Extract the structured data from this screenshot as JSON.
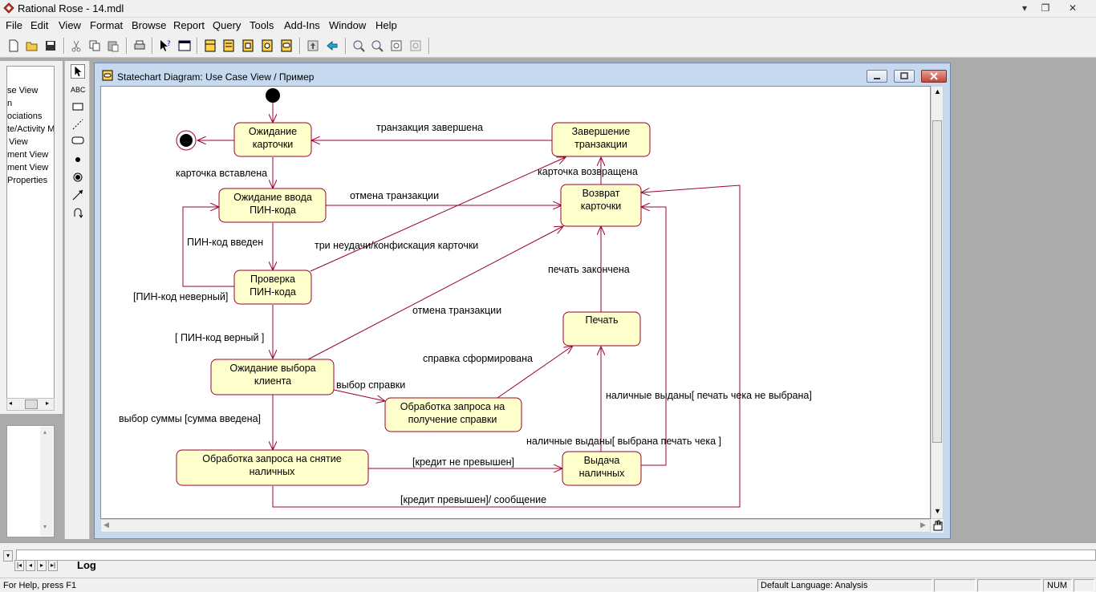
{
  "app": {
    "title": "Rational Rose - 14.mdl",
    "window_controls": [
      "▾",
      "❐",
      "✕"
    ]
  },
  "menu": [
    "File",
    "Edit",
    "View",
    "Format",
    "Browse",
    "Report",
    "Query",
    "Tools",
    "Add-Ins",
    "Window",
    "Help"
  ],
  "browser": {
    "tree_items": [
      "se View",
      "n",
      "ociations",
      "te/Activity M",
      "View",
      "ment View",
      "ment View",
      "Properties"
    ]
  },
  "diagram_window": {
    "title": "Statechart Diagram: Use Case View / Пример"
  },
  "toolbox": {
    "text_tool": "ABC"
  },
  "states": {
    "wait_card": [
      "Ожидание",
      "карточки"
    ],
    "wait_pin": [
      "Ожидание ввода",
      "ПИН-кода"
    ],
    "check_pin": [
      "Проверка",
      "ПИН-кода"
    ],
    "wait_choice": [
      "Ожидание выбора",
      "клиента"
    ],
    "withdraw": [
      "Обработка запроса на снятие",
      "наличных"
    ],
    "report_req": [
      "Обработка запроса на",
      "получение справки"
    ],
    "finish": [
      "Завершение",
      "транзакции"
    ],
    "return_card": [
      "Возврат",
      "карточки"
    ],
    "print": [
      "Печать"
    ],
    "dispense": [
      "Выдача",
      "наличных"
    ]
  },
  "transitions": {
    "trans_done": "транзакция завершена",
    "card_inserted": "карточка вставлена",
    "cancel1": "отмена транзакции",
    "pin_entered": "ПИН-код введен",
    "pin_wrong": "[ПИН-код неверный]",
    "three_fails": "три неудачи/конфискация карточки",
    "card_returned": "карточка возвращена",
    "pin_ok": "[ ПИН-код верный ]",
    "cancel2": "отмена транзакции",
    "print_done": "печать закончена",
    "report_done": "справка сформирована",
    "choose_report": "выбор справки",
    "choose_amount": "выбор суммы [сумма введена]",
    "cash_no_print": "наличные выданы[ печать чека не выбрана]",
    "cash_print": "наличные выданы[ выбрана печать чека ]",
    "credit_ok": "[кредит не превышен]",
    "credit_over": "[кредит превышен]/ сообщение"
  },
  "log": {
    "tab": "Log"
  },
  "status": {
    "help": "For Help, press F1",
    "language": "Default Language: Analysis",
    "num": "NUM"
  },
  "colors": {
    "state_fill": "#ffffcc",
    "state_border": "#990033",
    "workspace": "#ababab"
  }
}
